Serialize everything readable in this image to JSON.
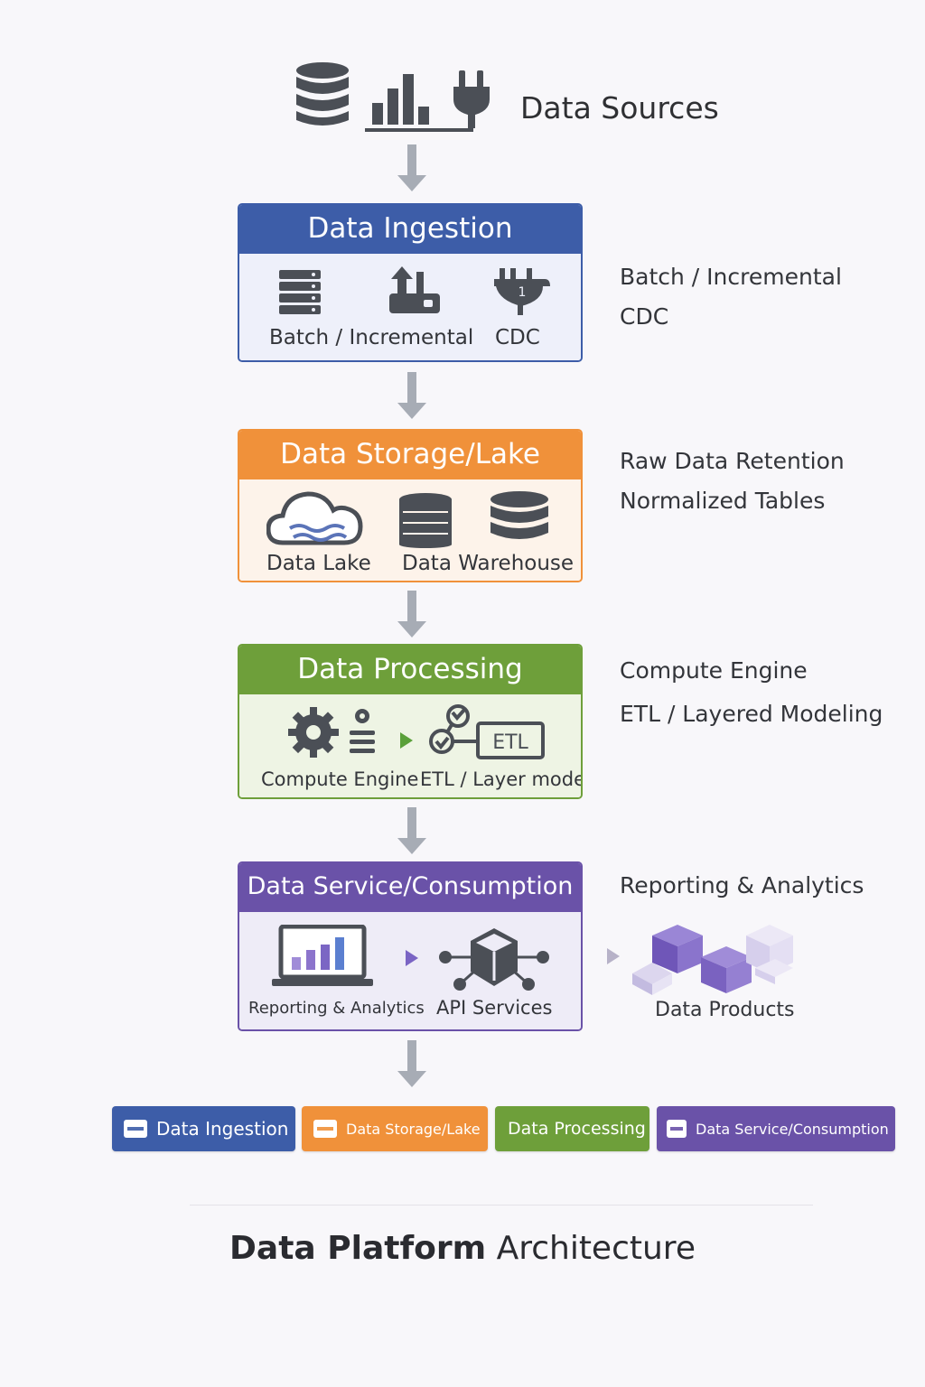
{
  "sources": {
    "title": "Data Sources",
    "icons": [
      "database-icon",
      "bar-chart-icon",
      "plug-icon"
    ]
  },
  "stages": [
    {
      "title": "Data Ingestion",
      "color": "#3d5da8",
      "body_color": "#eef0fa",
      "items": [
        "Batch / Incremental",
        "CDC"
      ],
      "icons": [
        "server-stack-icon",
        "upload-icon",
        "plug-icon"
      ],
      "side": [
        "Batch / Incremental",
        "CDC"
      ]
    },
    {
      "title": "Data Storage/Lake",
      "color": "#f0913a",
      "body_color": "#fdf3ea",
      "items": [
        "Data Lake",
        "Data Warehouse"
      ],
      "icons": [
        "cloud-lake-icon",
        "server-database-icon",
        "database-icon"
      ],
      "side": [
        "Raw Data Retention",
        "Normalized Tables"
      ]
    },
    {
      "title": "Data Processing",
      "color": "#6e9f3a",
      "body_color": "#eef4e4",
      "items": [
        "Compute Engine",
        "ETL / Layer model"
      ],
      "icons": [
        "gear-icon",
        "play-icon",
        "etl-icon"
      ],
      "side": [
        "Compute Engine",
        "ETL / Layered Modeling"
      ],
      "etl_text": "ETL"
    },
    {
      "title": "Data Service/Consumption",
      "color": "#6a52a8",
      "body_color": "#eeecf7",
      "items": [
        "Reporting & Analytics",
        "API Services"
      ],
      "icons": [
        "laptop-chart-icon",
        "play-icon",
        "api-cube-icon"
      ],
      "side": [
        "Reporting & Analytics"
      ],
      "products_label": "Data Products"
    }
  ],
  "legend": [
    {
      "label": "Data Ingestion",
      "color": "#3d5da8"
    },
    {
      "label": "Data Storage/Lake",
      "color": "#f0913a"
    },
    {
      "label": "Data Processing",
      "color": "#6e9f3a"
    },
    {
      "label": "Data Service/Consumption",
      "color": "#6a52a8"
    }
  ],
  "footer": {
    "bold": "Data Platform",
    "rest": " Architecture"
  }
}
